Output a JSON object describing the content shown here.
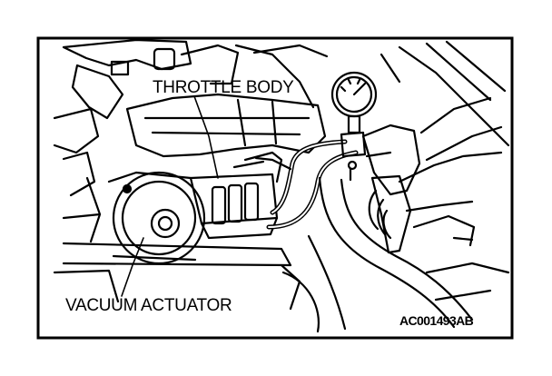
{
  "labels": {
    "throttle_body": "THROTTLE BODY",
    "vacuum_actuator": "VACUUM ACTUATOR",
    "figure_code": "AC001493AB"
  },
  "colors": {
    "ink": "#000000",
    "paper": "#ffffff"
  }
}
